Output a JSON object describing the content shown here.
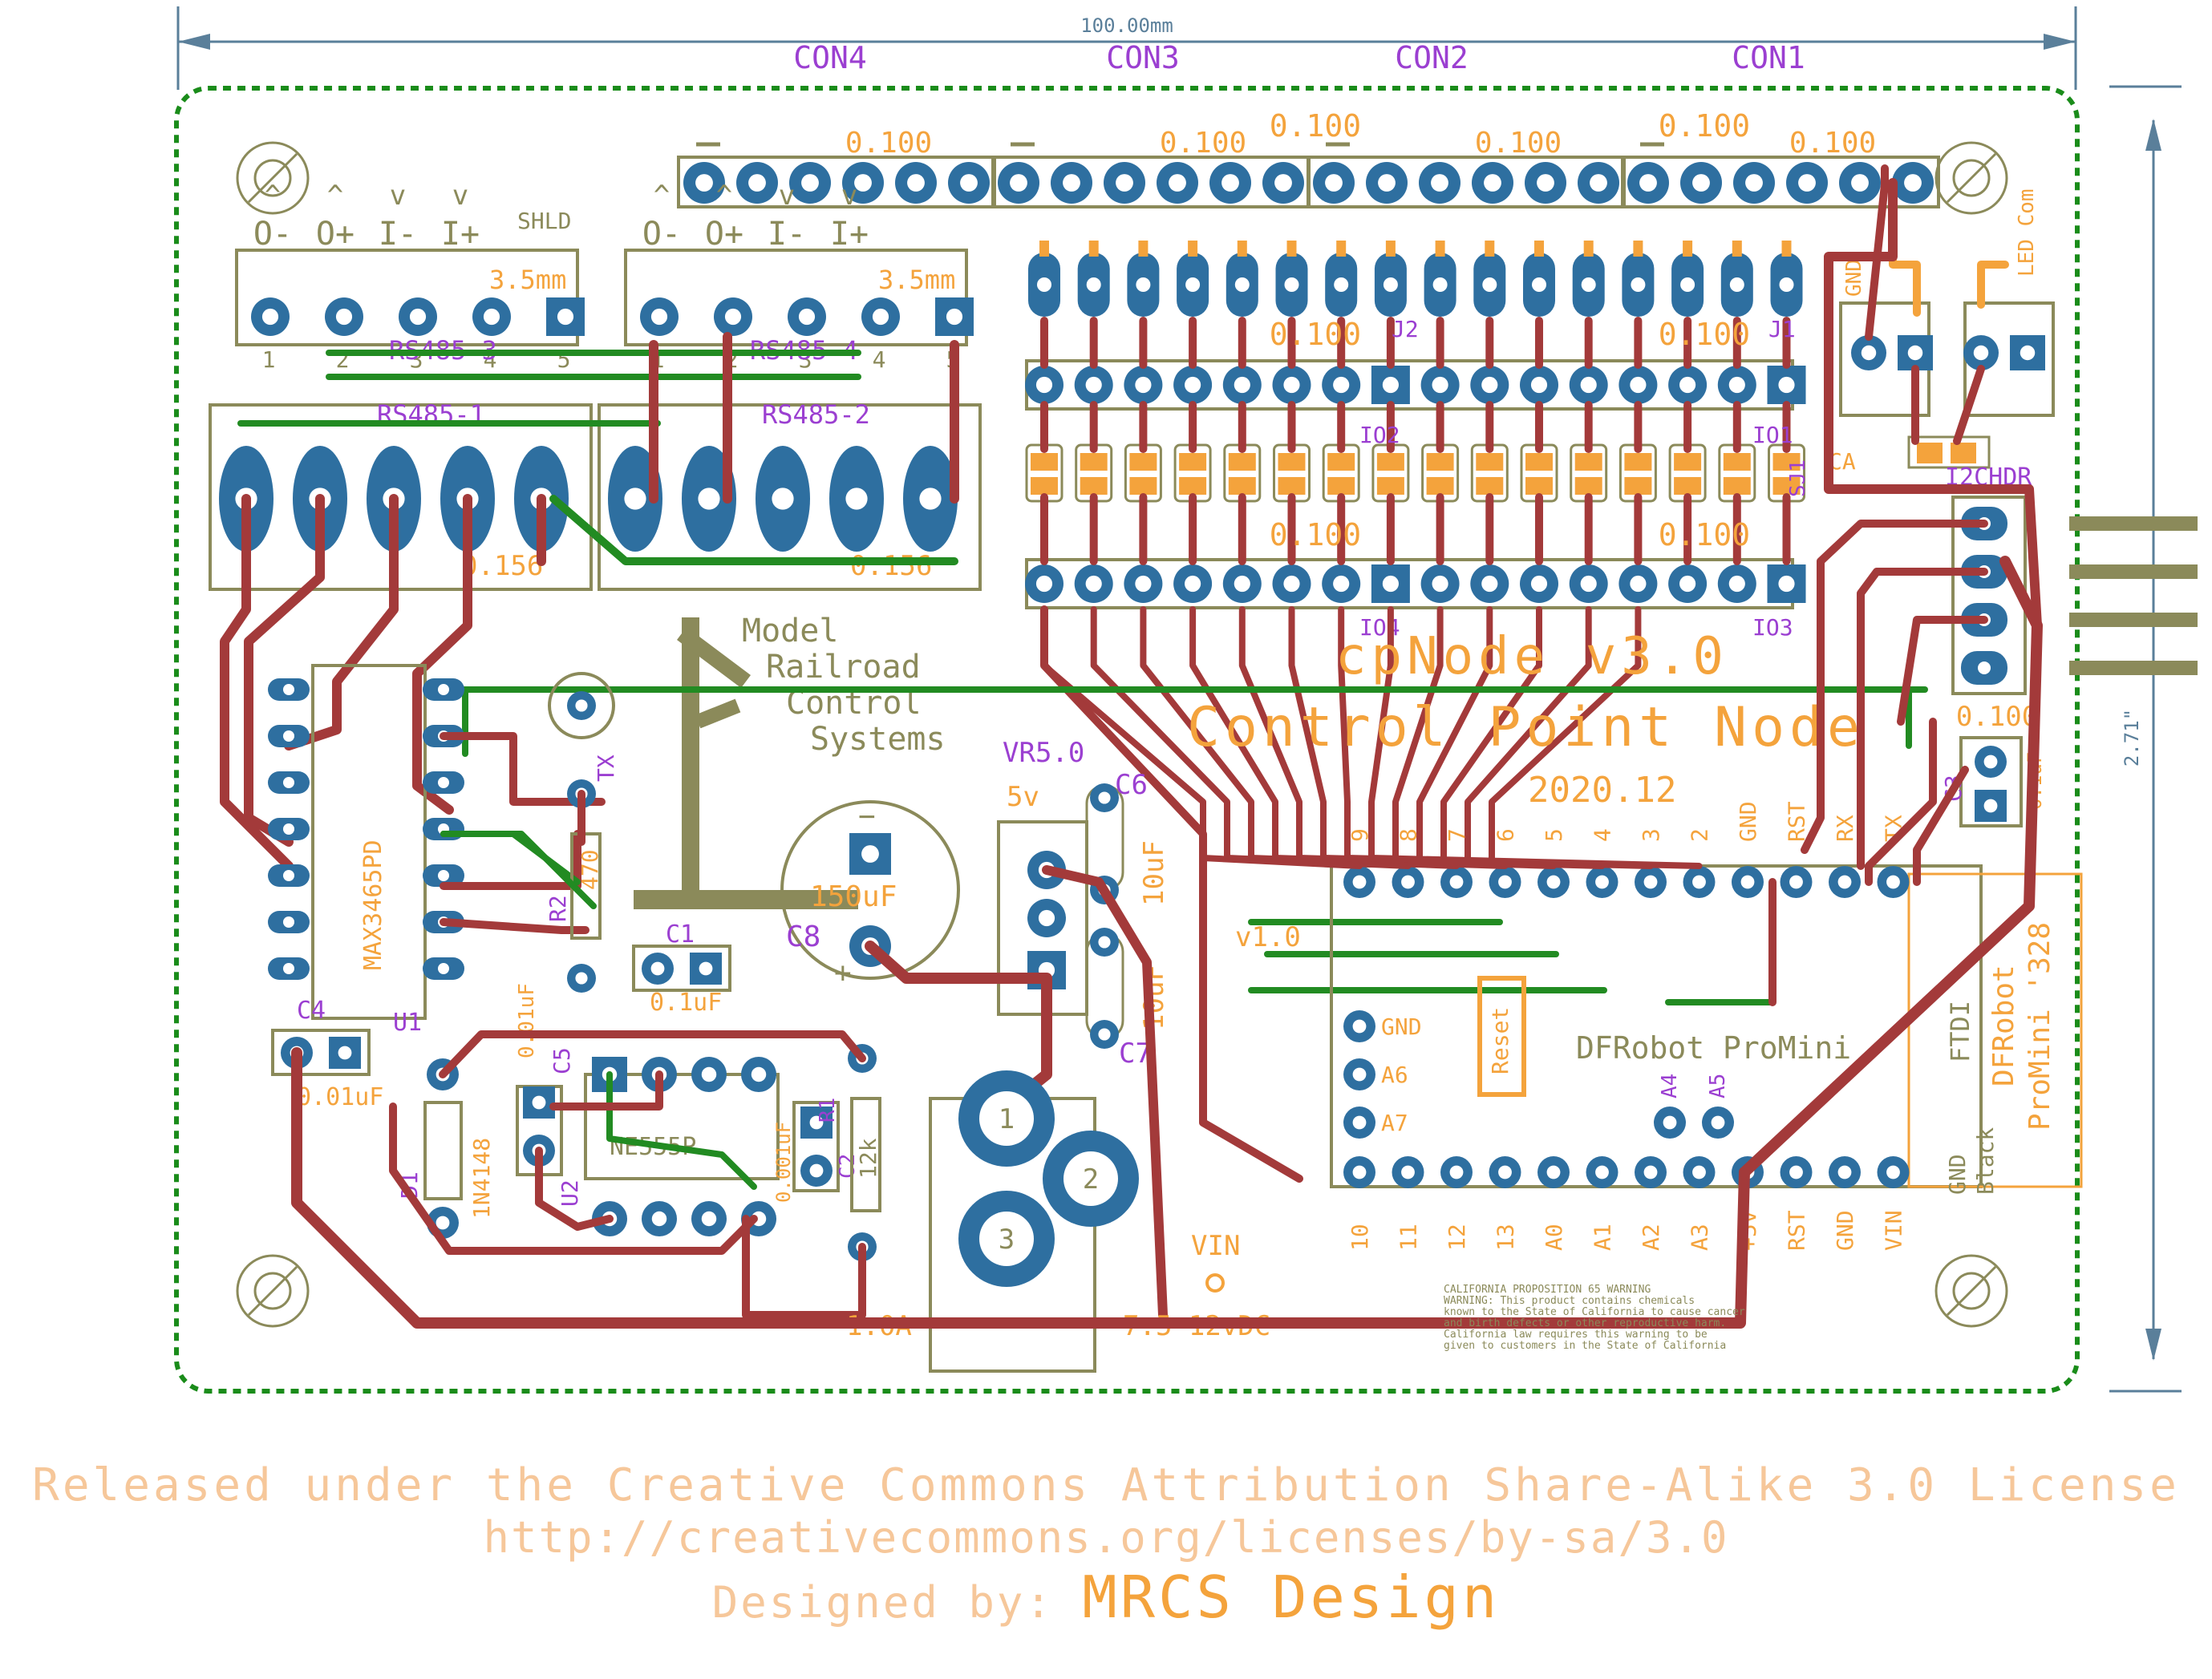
{
  "dimension": {
    "width_label": "100.00mm",
    "height_label": "2.71\""
  },
  "connectors_top": [
    "CON4",
    "CON3",
    "CON2",
    "CON1"
  ],
  "header_pitch": "0.100",
  "terminal_pitch": "0.156",
  "terminal_pitch_small": "3.5mm",
  "terminal_pin_labels": [
    "O-",
    "O+",
    "I-",
    "I+"
  ],
  "terminal_arrows": [
    "^",
    "^",
    "v",
    "v"
  ],
  "shield_label": "SHLD",
  "terminal_numbers": [
    "1",
    "2",
    "3",
    "4",
    "5"
  ],
  "rs485": [
    "RS485-3",
    "RS485-4",
    "RS485-1",
    "RS485-2"
  ],
  "header_ids": [
    "J2",
    "J1",
    "IO2",
    "IO1",
    "IO4",
    "IO3",
    "SJ1",
    "CA"
  ],
  "led": {
    "gnd": "GND",
    "com": "LED Com"
  },
  "i2c": "I2CHDR",
  "logo": [
    "Model",
    "Railroad",
    "Control",
    "Systems"
  ],
  "title": {
    "product": "cpNode v3.0",
    "subtitle": "Control Point Node",
    "date": "2020.12"
  },
  "components": {
    "u1": "U1",
    "u1_part": "MAX3465PD",
    "c4": "C4",
    "c4_val": "0.01uF",
    "c1": "C1",
    "c1_val": "0.1uF",
    "c5": "C5",
    "c5_val": "0.01uF",
    "c2": "C2",
    "c2_val": "0.001uF",
    "c3": "C3",
    "c3_val": "0.1uF",
    "c6": "C6",
    "c6_val": "10uF",
    "c7": "C7",
    "c7_val": "10uF",
    "c8": "C8",
    "c8_val": "150uF",
    "r1": "R1",
    "r1_val": "12k",
    "r2": "R2",
    "r2_val": "470",
    "d1": "D1",
    "d1_part": "1N4148",
    "u2": "U2",
    "u2_part": "NE555P",
    "tx": "TX",
    "vr": "VR5.0",
    "vr_out": "5v",
    "v10": "v1.0",
    "fuse": "1.0A",
    "vin": "VIN",
    "vin_range": "7.5-12vDC",
    "reset": "Reset"
  },
  "promini": {
    "name": "DFRobot ProMini",
    "top_pins": [
      "9",
      "8",
      "7",
      "6",
      "5",
      "4",
      "3",
      "2",
      "GND",
      "RST",
      "RX",
      "TX"
    ],
    "bottom_pins": [
      "10",
      "11",
      "12",
      "13",
      "A0",
      "A1",
      "A2",
      "A3",
      "+5v",
      "RST",
      "GND",
      "VIN"
    ],
    "side_pins": [
      "GND",
      "A6",
      "A7"
    ],
    "analog": [
      "A4",
      "A5"
    ],
    "ftdi": "FTDI",
    "gnd_black": [
      "GND",
      "Black"
    ],
    "side_name": [
      "DFRobot",
      "ProMini '328"
    ]
  },
  "warning": [
    "CALIFORNIA PROPOSITION 65 WARNING",
    "WARNING: This product contains chemicals",
    "known to the State of California to cause cancer",
    "and birth defects or other reproductive harm.",
    "California law requires this warning to be",
    "given to customers in the State of California"
  ],
  "license": {
    "line1": "Released under the Creative Commons Attribution Share-Alike 3.0 License",
    "line2": "http://creativecommons.org/licenses/by-sa/3.0",
    "designed_by": "Designed by:",
    "brand": "MRCS Design"
  },
  "colors": {
    "copper_top": "#a33a3a",
    "copper_bottom": "#228b22",
    "pad": "#2e6fa0",
    "silk": "#8b8a5a",
    "name": "#9b3fd1",
    "value": "#f4a33c",
    "outline": "#1a8c1a",
    "dim": "#5a7f9a"
  }
}
